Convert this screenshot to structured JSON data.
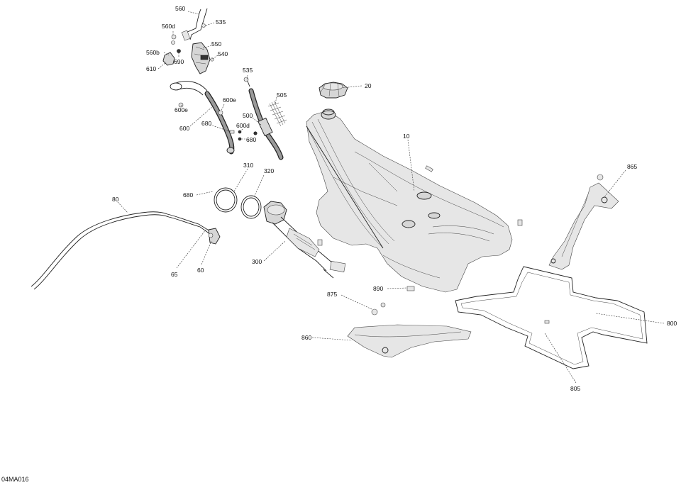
{
  "labels": {
    "l560": "560",
    "l535a": "535",
    "l560d": "560d",
    "l550": "550",
    "l560b": "560b",
    "l540": "540",
    "l610": "610",
    "l690": "690",
    "l535b": "535",
    "l505": "505",
    "l600e_a": "600e",
    "l600e_b": "600e",
    "l500": "500",
    "l600": "600",
    "l680_a": "680",
    "l600d": "600d",
    "l680_b": "680",
    "l20": "20",
    "l10": "10",
    "l310": "310",
    "l320": "320",
    "l680_c": "680",
    "l865": "865",
    "l80": "80",
    "l300": "300",
    "l65": "65",
    "l60": "60",
    "l890": "890",
    "l875": "875",
    "l800": "800",
    "l860": "860",
    "l805": "805"
  },
  "figure_code": "04MA016"
}
